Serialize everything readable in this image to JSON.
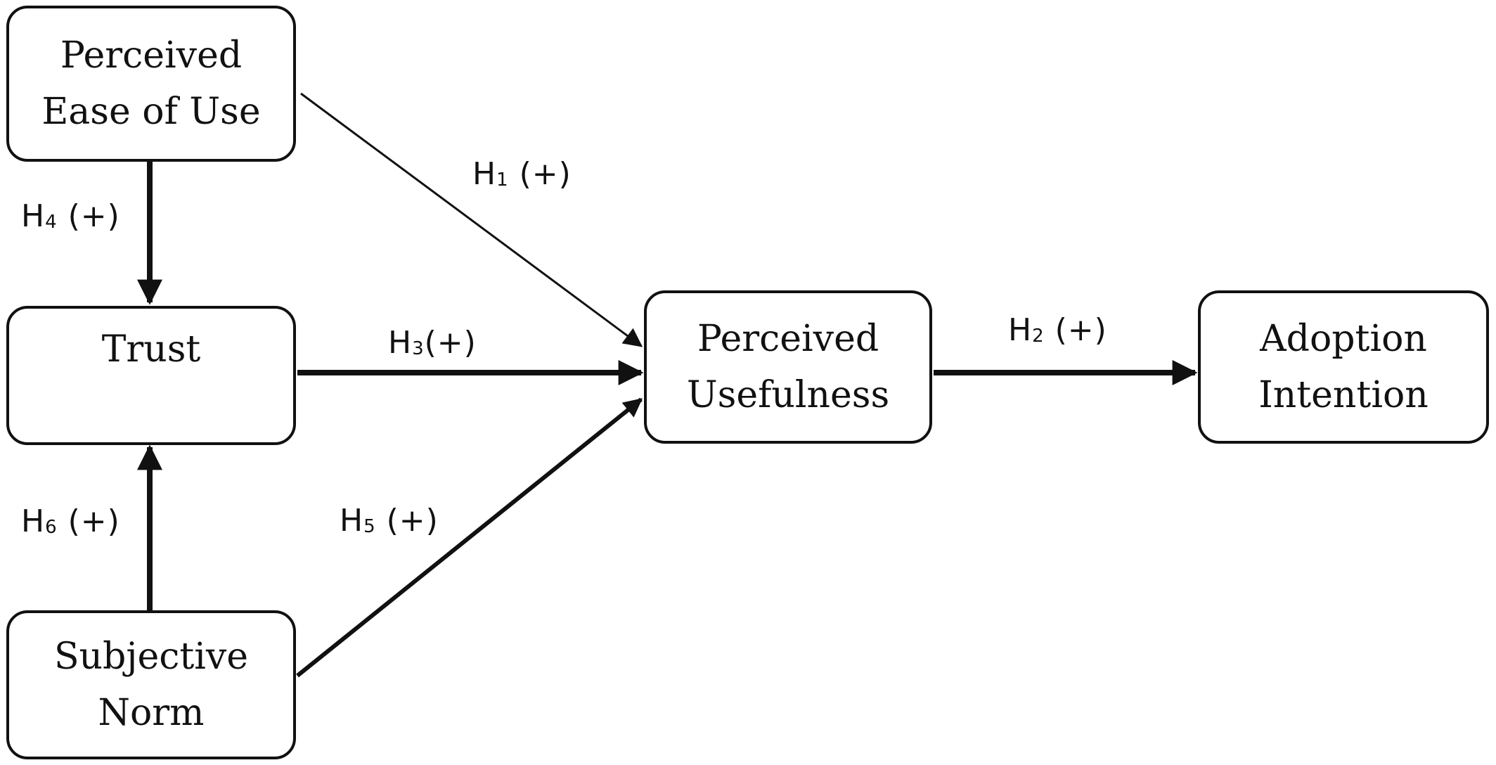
{
  "nodes": {
    "peou": {
      "line1": "Perceived",
      "line2": "Ease of Use"
    },
    "trust": {
      "line1": "Trust"
    },
    "sn": {
      "line1": "Subjective",
      "line2": "Norm"
    },
    "pu": {
      "line1": "Perceived",
      "line2": "Usefulness"
    },
    "ai": {
      "line1": "Adoption",
      "line2": "Intention"
    }
  },
  "hypotheses": {
    "h1": {
      "h": "H",
      "n": "1",
      "sign": "(+)"
    },
    "h2": {
      "h": "H",
      "n": "2",
      "sign": "(+)"
    },
    "h3": {
      "h": "H",
      "n": "3",
      "sign": "(+)"
    },
    "h4": {
      "h": "H",
      "n": "4",
      "sign": "(+)"
    },
    "h5": {
      "h": "H",
      "n": "5",
      "sign": "(+)"
    },
    "h6": {
      "h": "H",
      "n": "6",
      "sign": "(+)"
    }
  },
  "colors": {
    "stroke": "#111111",
    "background": "#ffffff"
  }
}
